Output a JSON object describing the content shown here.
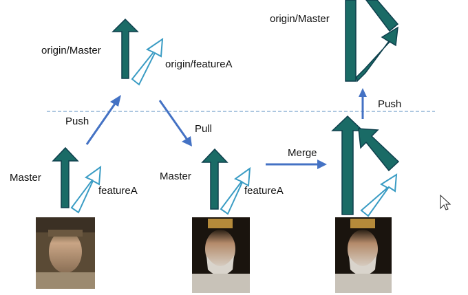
{
  "labels": {
    "origin_master_top": "origin/Master",
    "origin_featureA": "origin/featureA",
    "push_1": "Push",
    "pull": "Pull",
    "master_1": "Master",
    "featureA_1": "featureA",
    "master_2": "Master",
    "featureA_2": "featureA",
    "merge": "Merge",
    "origin_master_right": "origin/Master",
    "push_2": "Push"
  },
  "colors": {
    "branch_solid": "#1a6b66",
    "branch_solid_stroke": "#0e3f4c",
    "branch_outline": "#3a9cc4",
    "flow_arrow": "#4472c4",
    "divider": "#5b8fc2"
  },
  "icons": {
    "cursor": "mouse-pointer-icon"
  }
}
